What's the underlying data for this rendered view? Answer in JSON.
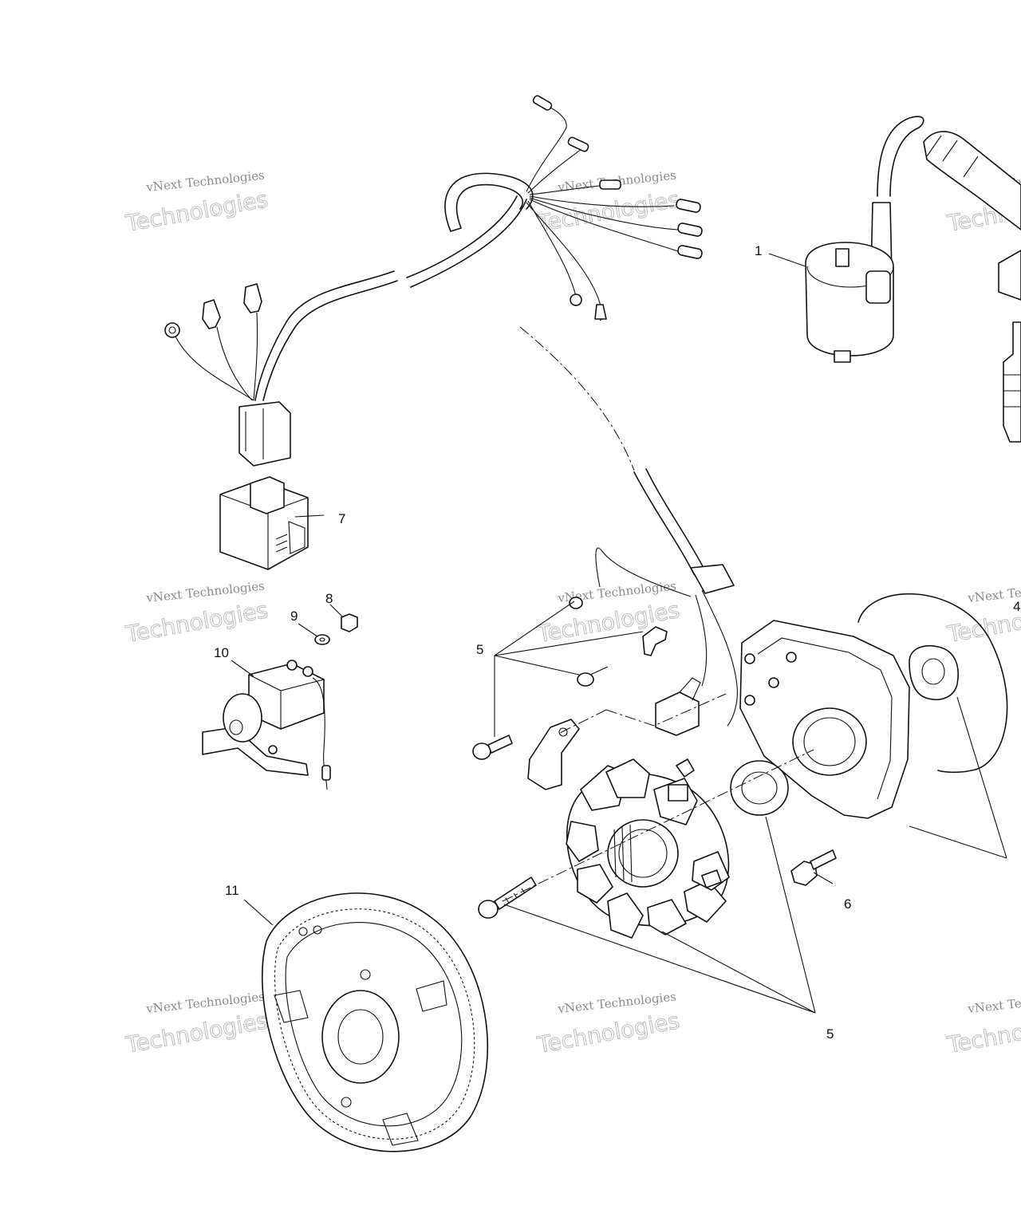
{
  "callouts": {
    "c1": "1",
    "c4": "4",
    "c5a": "5",
    "c5b": "5",
    "c6": "6",
    "c7": "7",
    "c8": "8",
    "c9": "9",
    "c10": "10",
    "c11": "11"
  },
  "watermark": {
    "line1": "vNext Technologies",
    "line2": "Technologies"
  }
}
